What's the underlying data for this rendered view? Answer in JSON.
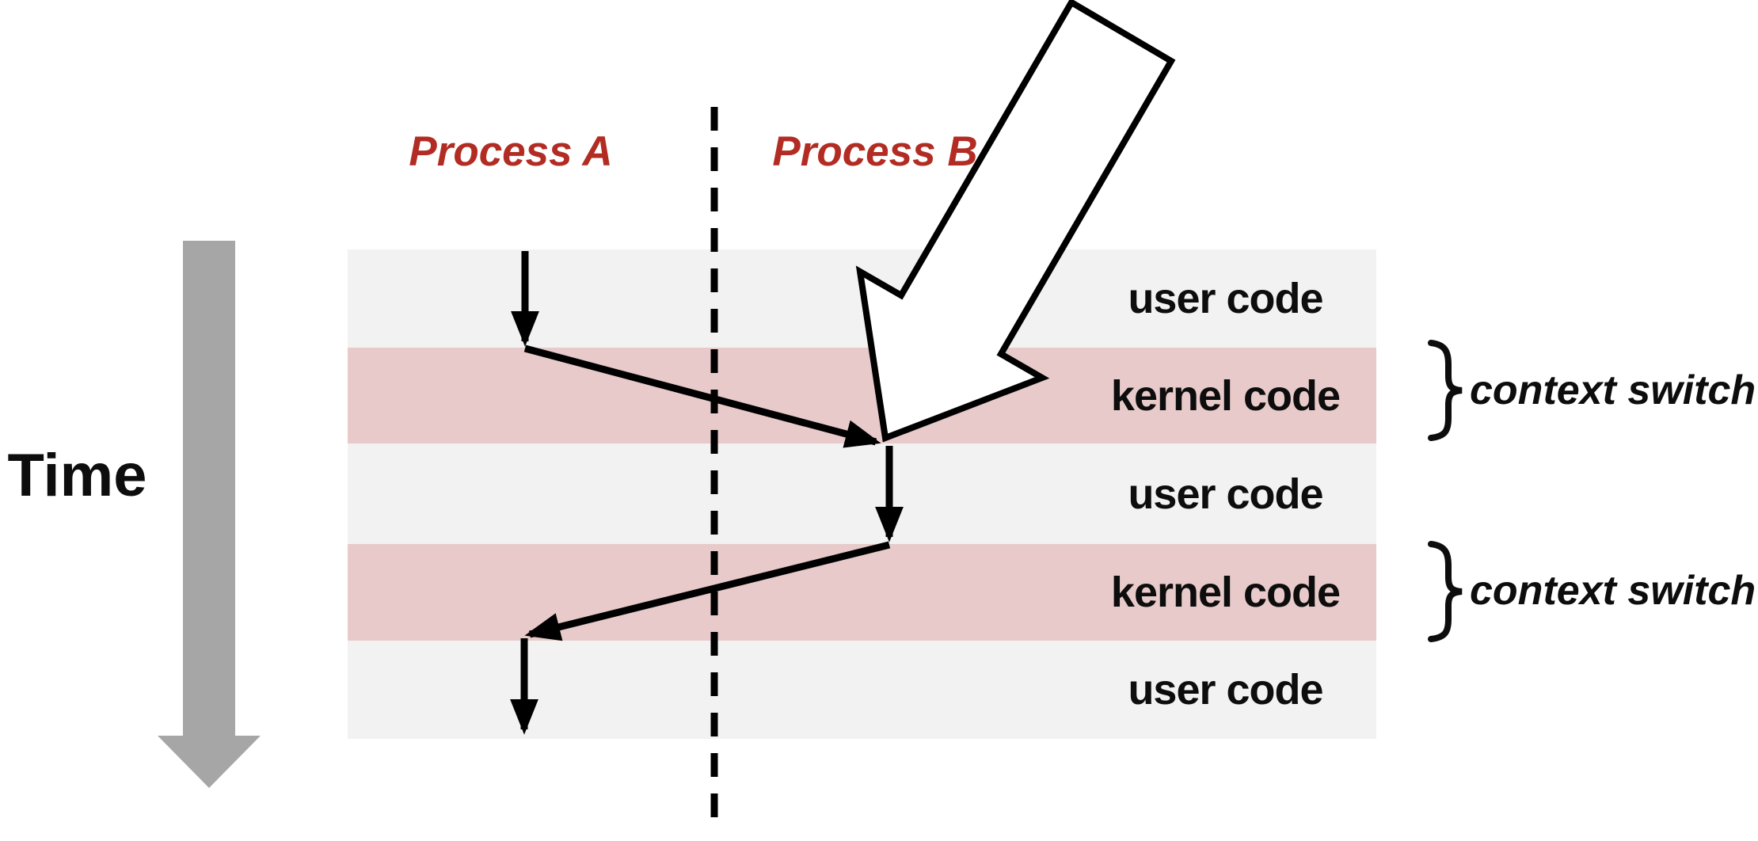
{
  "diagram": {
    "time_label": "Time",
    "processes": [
      {
        "label": "Process A"
      },
      {
        "label": "Process B"
      }
    ],
    "bands": [
      {
        "kind": "user",
        "label": "user code"
      },
      {
        "kind": "kernel",
        "label": "kernel code"
      },
      {
        "kind": "user",
        "label": "user code"
      },
      {
        "kind": "kernel",
        "label": "kernel code"
      },
      {
        "kind": "user",
        "label": "user code"
      }
    ],
    "annotations": [
      {
        "label": "context switch"
      },
      {
        "label": "context switch"
      }
    ],
    "colors": {
      "user_band": "#f2f2f2",
      "kernel_band": "#e8caca",
      "process_label": "#b22c23",
      "time_arrow": "#a6a6a6",
      "flow_arrow": "#000000"
    }
  }
}
